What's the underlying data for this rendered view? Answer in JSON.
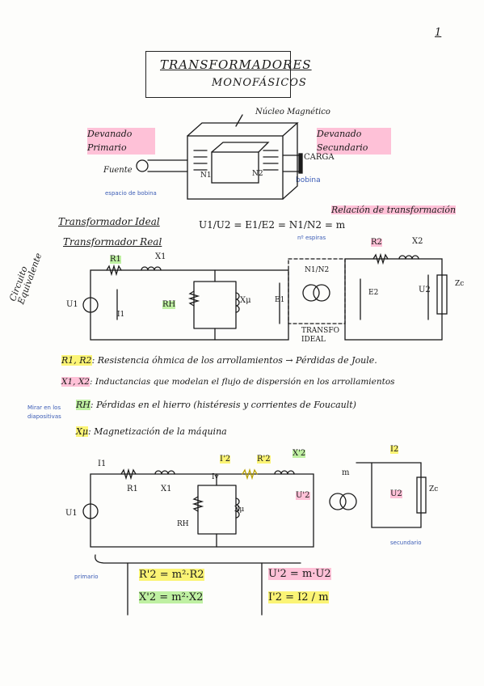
{
  "page_number": "1",
  "title": {
    "line1": "TRANSFORMADORES",
    "line2": "MONOFÁSICOS"
  },
  "core_diagram": {
    "nucleo": "Núcleo Magnético",
    "primario_label": "Devanado Primario",
    "secundario_label": "Devanado Secundario",
    "fuente": "Fuente",
    "carga": "CARGA",
    "n1": "N1",
    "n2": "N2",
    "bobina": "bobina",
    "espacio_bobina": "espacio de bobina"
  },
  "ideal": {
    "line1": "Transformador Ideal",
    "line2": "Transformador Real",
    "formula": "U1/U2 = E1/E2 = N1/N2 = m",
    "relacion": "Relación de transformación",
    "espiras": "nº espiras"
  },
  "circuit1": {
    "side_label": "Circuito Equivalente",
    "R1": "R1",
    "X1": "X1",
    "R2": "R2",
    "X2": "X2",
    "RH": "RH",
    "Xu": "Xμ",
    "E1": "E1",
    "E2": "E2",
    "U1": "U1",
    "U2": "U2",
    "I1": "I1",
    "Zc": "Zc",
    "ratio": "N1/N2",
    "ideal_box": "TRANSFO IDEAL"
  },
  "definitions": [
    {
      "term": "R1, R2",
      "text": ": Resistencia óhmica de los arrollamientos → Pérdidas de Joule."
    },
    {
      "term": "X1, X2",
      "text": ": Inductancias que modelan el flujo de dispersión en los arrollamientos"
    },
    {
      "term": "RH",
      "text": ": Pérdidas en el hierro (histéresis y corrientes de Foucault)"
    },
    {
      "term": "Xμ",
      "text": ": Magnetización de la máquina"
    }
  ],
  "side_note": "Mirar en los diapositivas",
  "circuit2": {
    "I1": "I1",
    "R1": "R1",
    "X1": "X1",
    "Iv": "Iv",
    "RH": "RH",
    "Xu": "Xμ",
    "I2p": "I'2",
    "R2p": "R'2",
    "X2p": "X'2",
    "U1": "U1",
    "U2p": "U'2",
    "m": "m",
    "I2": "I2",
    "U2": "U2",
    "Zc": "Zc",
    "primario": "primario",
    "secundario": "secundario"
  },
  "equations": {
    "eq1": "R'2 = m²·R2",
    "eq2": "X'2 = m²·X2",
    "eq3": "U'2 = m·U2",
    "eq4": "I'2 = I2 / m"
  }
}
